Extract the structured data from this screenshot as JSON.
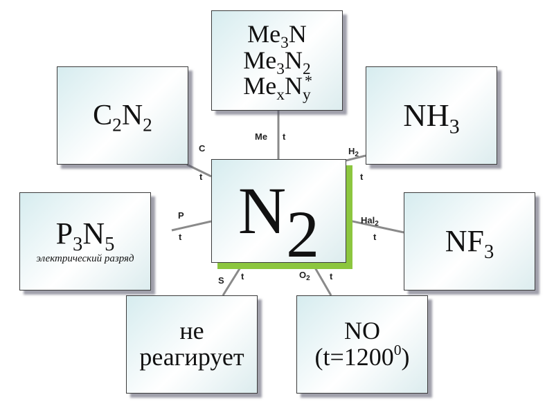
{
  "center": {
    "base": "N",
    "sub": "2"
  },
  "boxes": {
    "metal": {
      "line1": {
        "a": "Me",
        "s1": "3",
        "b": "N"
      },
      "line2": {
        "a": "Me",
        "s1": "3",
        "b": "N",
        "s2": "2"
      },
      "line3": {
        "a": "Me",
        "s1": "x",
        "b": "N",
        "s2": "y"
      },
      "star": "*"
    },
    "c2n2": {
      "a": "C",
      "s1": "2",
      "b": "N",
      "s2": "2"
    },
    "nh3": {
      "a": "NH",
      "s1": "3"
    },
    "p3n5": {
      "a": "P",
      "s1": "3",
      "b": "N",
      "s2": "5",
      "note": "электрический разряд"
    },
    "nf3": {
      "a": "NF",
      "s1": "3"
    },
    "noreact": {
      "line1": "не",
      "line2": "реагирует"
    },
    "no": {
      "line1": "NO",
      "line2_pre": "(t=1200",
      "line2_sup": "0",
      "line2_post": ")"
    }
  },
  "labels": {
    "me": "Me",
    "me_t": "t",
    "c": "C",
    "c_t": "t",
    "h": "H",
    "h_sub": "2",
    "h_t": "t",
    "p": "P",
    "p_t": "t",
    "hal": "Hal",
    "hal_sub": "2",
    "hal_t": "t",
    "s": "S",
    "s_t": "t",
    "o": "O",
    "o_sub": "2",
    "o_t": "t"
  }
}
